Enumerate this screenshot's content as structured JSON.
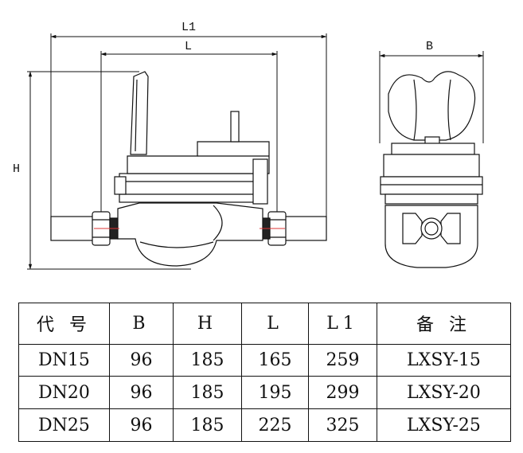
{
  "dimensions": {
    "overall_length": "L1",
    "length": "L",
    "height": "H",
    "width": "B"
  },
  "table": {
    "headers": [
      "代 号",
      "B",
      "H",
      "L",
      "L1",
      "备 注"
    ],
    "rows": [
      [
        "DN15",
        "96",
        "185",
        "165",
        "259",
        "LXSY-15"
      ],
      [
        "DN20",
        "96",
        "185",
        "195",
        "299",
        "LXSY-20"
      ],
      [
        "DN25",
        "96",
        "185",
        "225",
        "325",
        "LXSY-25"
      ]
    ]
  }
}
